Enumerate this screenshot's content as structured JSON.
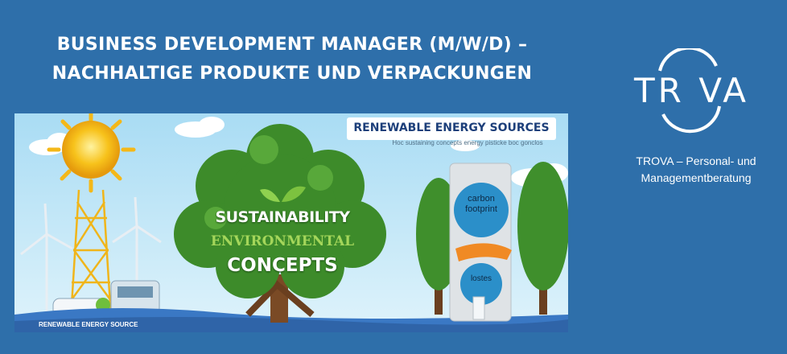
{
  "headline": {
    "line1": "BUSINESS DEVELOPMENT MANAGER (M/W/D) –",
    "line2": "NACHHALTIGE PRODUKTE UND VERPACKUNGEN"
  },
  "banner": {
    "badge": "RENEWABLE ENERGY SOURCES",
    "subtitle": "Hoc sustaining concepts energy pisticke boc gonclos",
    "center_title_1": "SUSTAINABILITY",
    "center_title_2": "ENVIRONMENTAL",
    "center_title_3": "CONCEPTS",
    "carbon_1": "carbon",
    "carbon_2": "footprint",
    "lower_circle": "lostes",
    "footer_label": "RENEWABLE ENERGY SOURCE"
  },
  "logo": {
    "wordmark": "TR  VA",
    "caption_1": "TROVA – Personal- und",
    "caption_2": "Managementberatung"
  },
  "colors": {
    "background": "#2e6faa",
    "sky": "#bfe6f7",
    "tree": "#3d8b2a",
    "sun": "#f7c21b"
  }
}
